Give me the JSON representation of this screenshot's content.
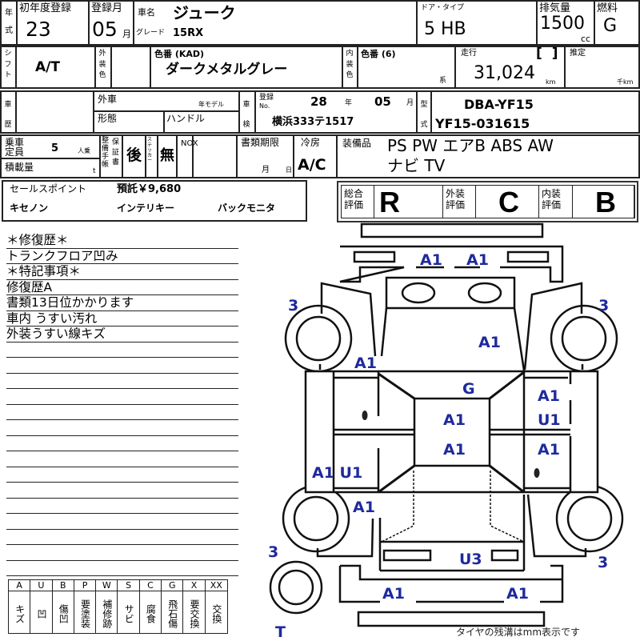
{
  "header": {
    "year_label": "年式",
    "first_reg_label": "初年度登録",
    "first_reg_value": "23",
    "reg_month_label": "登録月",
    "reg_month_value": "05",
    "month_unit": "月",
    "car_name_label": "車名",
    "car_name": "ジューク",
    "grade_label": "グレード",
    "grade": "15RX",
    "door_type_label": "ドア・タイプ",
    "door_type": "5 HB",
    "displacement_label": "排気量",
    "displacement": "1500",
    "displacement_unit": "cc",
    "fuel_label": "燃料",
    "fuel": "G"
  },
  "row2": {
    "shift_label": "シフト",
    "shift": "A/T",
    "ext_color_label": "外装色",
    "color_code_label": "色番 (KAD)",
    "color_name": "ダークメタルグレー",
    "int_color_label": "内装色",
    "int_color_code_label": "色番 (6)",
    "int_color_unit": "系",
    "mileage_label": "走行",
    "mileage_bracket": "[ ]",
    "mileage": "31,024",
    "mileage_unit": "km",
    "estimate_label": "推定",
    "estimate_unit": "千km"
  },
  "row3": {
    "history_label": "車歴",
    "import_label": "外車",
    "model_year_label": "年モデル",
    "form_label": "形態",
    "handle_label": "ハンドル",
    "inspection_label": "車検",
    "reg_label": "登録",
    "no_label": "No.",
    "insp_year": "28",
    "year_unit": "年",
    "insp_month": "05",
    "month_unit": "月",
    "plate": "横浜333テ1517",
    "model_label": "型式",
    "model_code": "DBA-YF15",
    "chassis": "YF15-031615"
  },
  "row4": {
    "capacity_label": "乗車定員",
    "capacity": "5",
    "capacity_unit": "人乗",
    "load_label": "積載量",
    "load_unit": "t",
    "service_label": "整備手帳",
    "warranty_label": "保証書",
    "service_value": "後",
    "sticker_label": "ステッカー",
    "sticker_value": "無",
    "nox_label": "NOX",
    "docs_label": "書類期限",
    "docs_month": "月",
    "docs_day": "日",
    "ac_label": "冷房",
    "ac": "A/C",
    "equip_label": "装備品",
    "equip_line1": "PS PW エアB ABS AW",
    "equip_line2": "ナビ TV"
  },
  "sale_points": {
    "label": "セールスポイント",
    "recycle": "預託￥9,680",
    "items": [
      "キセノン",
      "インテリキー",
      "バックモニタ"
    ]
  },
  "ratings": {
    "overall_label": "総合評価",
    "overall": "R",
    "exterior_label": "外装評価",
    "exterior": "C",
    "interior_label": "内装評価",
    "interior": "B"
  },
  "notes": [
    "＊修復歴＊",
    "トランクフロア凹み",
    "＊特記事項＊",
    "修復歴A",
    "書類13日位かかります",
    "車内 うすい汚れ",
    "外装うすい線キズ"
  ],
  "legend": [
    {
      "code": "A",
      "meaning": "キズ"
    },
    {
      "code": "U",
      "meaning": "凹"
    },
    {
      "code": "B",
      "meaning": "傷凹"
    },
    {
      "code": "P",
      "meaning": "要塗装"
    },
    {
      "code": "W",
      "meaning": "補修跡"
    },
    {
      "code": "S",
      "meaning": "サビ"
    },
    {
      "code": "C",
      "meaning": "腐食"
    },
    {
      "code": "G",
      "meaning": "飛石傷"
    },
    {
      "code": "X",
      "meaning": "要交換"
    },
    {
      "code": "XX",
      "meaning": "交換"
    }
  ],
  "diagram": {
    "marks": {
      "rear_bumper_left": "A1",
      "rear_bumper_right": "A1",
      "tire_rear_left": "3",
      "tire_rear_right": "3",
      "trunk": "A1",
      "rear_fender_left": "A1",
      "windshield": "G",
      "roof_rear": "A1",
      "roof_front": "A1",
      "right_rear_door": "A1",
      "right_rear_door_dent": "U1",
      "right_front_door": "A1",
      "left_sill": "A1 U1",
      "front_fender_left": "A1",
      "tire_front_left": "3",
      "tire_front_right": "3",
      "headlight_area": "U3",
      "front_bumper_left": "A1",
      "front_bumper_right": "A1",
      "spare_tire": "T"
    },
    "tire_note": "タイヤの残溝はmm表示です"
  }
}
